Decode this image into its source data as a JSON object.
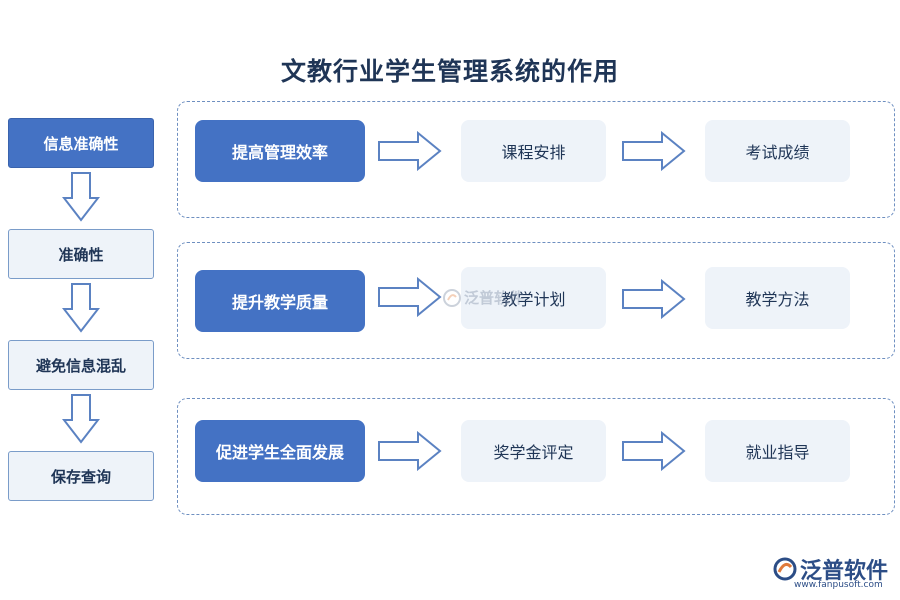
{
  "title": "文教行业学生管理系统的作用",
  "left_column": [
    "信息准确性",
    "准确性",
    "避免信息混乱",
    "保存查询"
  ],
  "groups": [
    {
      "main": "提高管理效率",
      "items": [
        "课程安排",
        "考试成绩"
      ]
    },
    {
      "main": "提升教学质量",
      "items": [
        "教学计划",
        "教学方法"
      ]
    },
    {
      "main": "促进学生全面发展",
      "items": [
        "奖学金评定",
        "就业指导"
      ]
    }
  ],
  "watermark": "泛普软件",
  "logo": {
    "name": "泛普软件",
    "url": "www.fanpusoft.com"
  },
  "colors": {
    "primary": "#4472c4",
    "light": "#eef3f9",
    "border": "#6e8fc0",
    "text": "#1f3556"
  }
}
